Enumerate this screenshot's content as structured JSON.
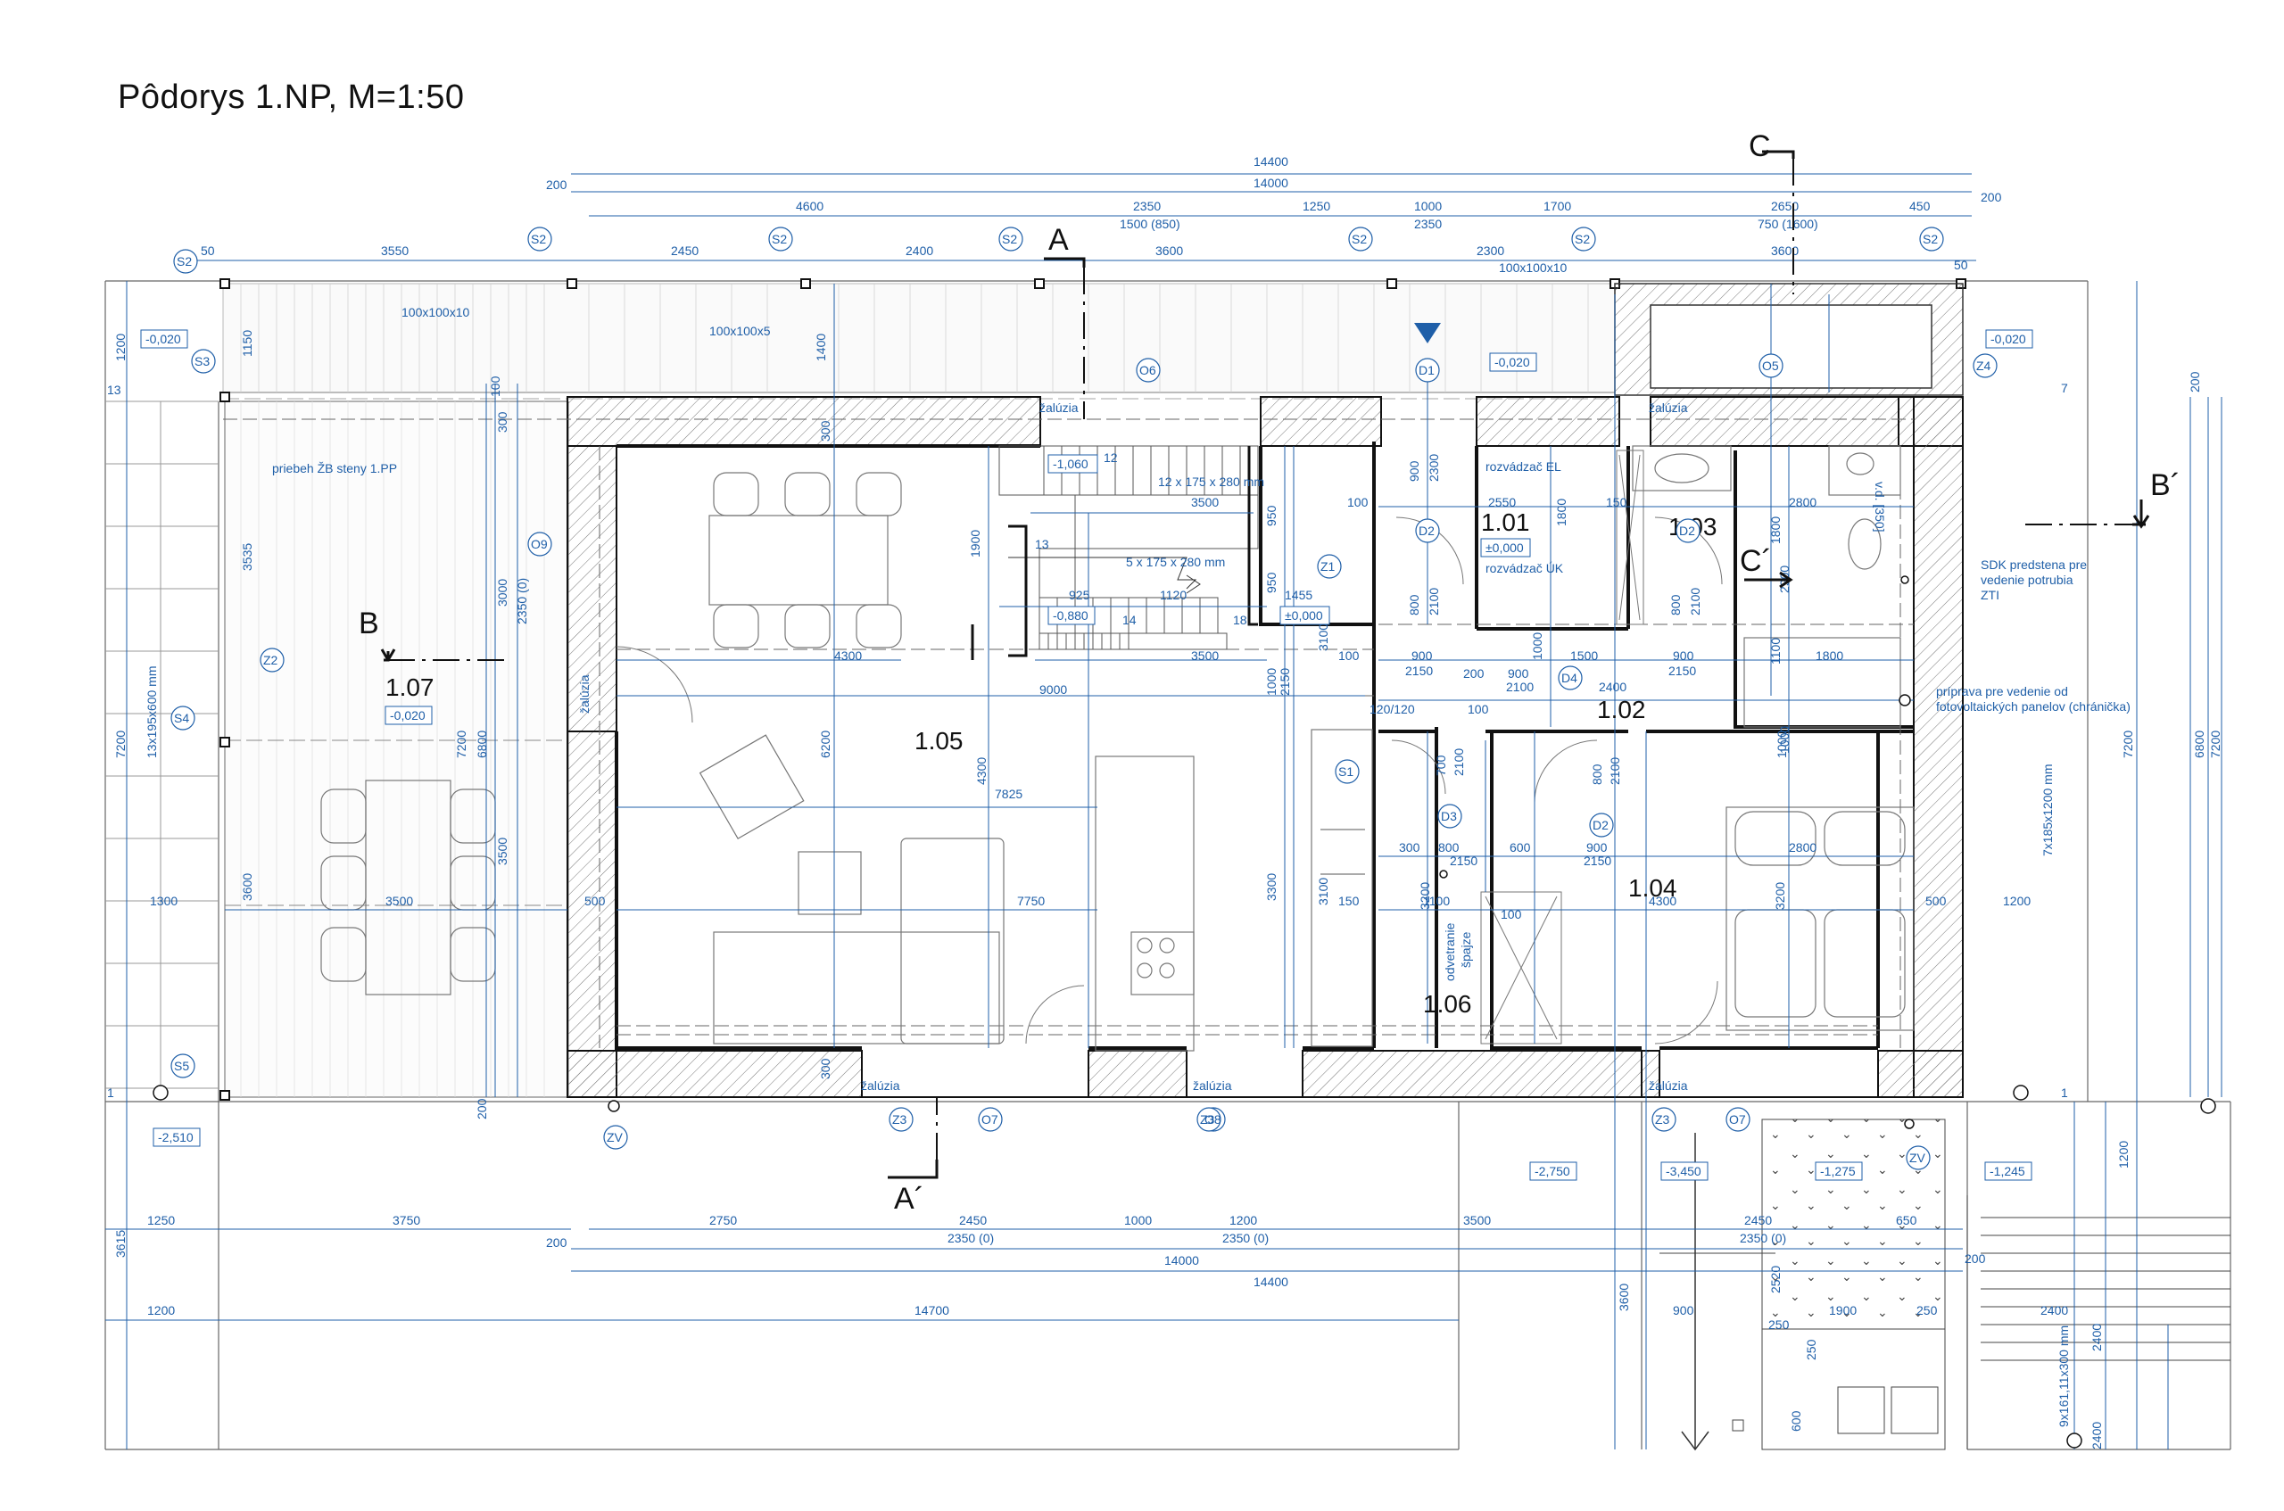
{
  "title": "Pôdorys 1.NP, M=1:50",
  "colors": {
    "dimension": "#1f5fa8",
    "wall": "#111111",
    "thin": "#888888"
  },
  "rooms": [
    {
      "id": "1.01",
      "label": "1.01"
    },
    {
      "id": "1.02",
      "label": "1.02"
    },
    {
      "id": "1.03",
      "label": "1.03"
    },
    {
      "id": "1.04",
      "label": "1.04"
    },
    {
      "id": "1.05",
      "label": "1.05"
    },
    {
      "id": "1.06",
      "label": "1.06"
    },
    {
      "id": "1.07",
      "label": "1.07"
    }
  ],
  "sections": [
    "A",
    "A´",
    "B",
    "B´",
    "C",
    "C´"
  ],
  "top_dims": {
    "total1": "14400",
    "total2": "14000",
    "d200a": "200",
    "d200b": "200",
    "seg": [
      "4600",
      "2350",
      "1250",
      "1000",
      "1700",
      "2650",
      "450"
    ],
    "seg_sub": [
      "1500 (850)",
      "2350",
      "750 (1600)"
    ],
    "axis": [
      "50",
      "3550",
      "2450",
      "2400",
      "3600",
      "2300",
      "3600",
      "50"
    ]
  },
  "bottom_dims": {
    "row1": [
      "1250",
      "3750",
      "2750",
      "2450",
      "1000",
      "1200",
      "3500",
      "2450",
      "650"
    ],
    "row1_sub": [
      "2350 (0)",
      "2350 (0)",
      "2350 (0)"
    ],
    "total14000": "14000",
    "total14400": "14400",
    "total14700": "14700",
    "left1200": "1200",
    "d200": "200",
    "d200r": "200",
    "d3600": "3600",
    "d900": "900",
    "d1900": "1900",
    "d250a": "250",
    "d250b": "250",
    "d2400": "2400",
    "d2520": "2520",
    "d250c": "250",
    "d600": "600",
    "d3615": "3615",
    "d2400v": "2400"
  },
  "left_dims": {
    "d1200": "1200",
    "d13": "13",
    "d1150": "1150",
    "d7200": "7200",
    "d3535": "3535",
    "d3600": "3600",
    "d1300": "1300",
    "d13x": "13x195x600 mm",
    "d1": "1",
    "d6800": "6800",
    "d7200b": "7200",
    "d3500": "3500",
    "d3000": "3000",
    "d2350": "2350 (0)",
    "d200": "200",
    "d300": "300",
    "d100": "100",
    "d1400": "1400"
  },
  "right_dims": {
    "d7200": "7200",
    "d6800": "6800",
    "d7200b": "7200",
    "d200": "200",
    "d1200": "1200",
    "d7": "7",
    "d1": "1",
    "d7x": "7x185x1200 mm",
    "d1200b": "1200",
    "d9x": "9x161,11x300 mm",
    "d2400": "2400"
  },
  "inner_dims": [
    "4300",
    "9000",
    "3500",
    "7825",
    "7750",
    "3500",
    "500",
    "500",
    "1900",
    "925",
    "1120",
    "1455",
    "950",
    "950",
    "3100",
    "3100",
    "3300",
    "150",
    "2150",
    "1000",
    "6200",
    "4300",
    "300",
    "300",
    "2550",
    "3500",
    "2800",
    "150",
    "100",
    "900",
    "2150",
    "900",
    "2150",
    "1500",
    "900",
    "2150",
    "100",
    "200",
    "900",
    "2100",
    "2400",
    "1800",
    "1100",
    "2900",
    "1800",
    "1000",
    "1000",
    "1800",
    "2300",
    "900",
    "800",
    "2100",
    "800",
    "2100",
    "700",
    "2100",
    "800",
    "2100",
    "800",
    "2150",
    "600",
    "900",
    "2150",
    "2800",
    "4300",
    "3200",
    "3200",
    "1100",
    "100",
    "300",
    "1000",
    "1100",
    "100",
    "1200",
    "120/120",
    "100"
  ],
  "levels": [
    "-0,020",
    "-0,020",
    "-0,020",
    "-0,020",
    "-1,060",
    "-0,880",
    "±0,000",
    "±0,000",
    "-2,510",
    "-2,750",
    "-3,450",
    "-1,275",
    "-1,245"
  ],
  "tags": [
    "S2",
    "S2",
    "S2",
    "S2",
    "S2",
    "S2",
    "S2",
    "S3",
    "S4",
    "S5",
    "Z2",
    "Z4",
    "O9",
    "O6",
    "O5",
    "O7",
    "O7",
    "O8",
    "D1",
    "D2",
    "D2",
    "D2",
    "D3",
    "D4",
    "S1",
    "Z1",
    "Z3",
    "Z3",
    "Z3",
    "ZV",
    "ZV"
  ],
  "notes": {
    "profile1": "100x100x10",
    "profile2": "100x100x5",
    "profile3": "100x100x10",
    "zb": "priebeh ŽB steny 1.PP",
    "stairs1": "12 x 175 x 280 mm",
    "stairs2": "5 x 175 x 280 mm",
    "s12": "12",
    "s13": "13",
    "s14": "14",
    "s18": "18",
    "rozv_el": "rozvádzač EL",
    "rozv_uk": "rozvádzač ÚK",
    "sdk1": "SDK predstena pre",
    "sdk2": "vedenie potrubia",
    "sdk3": "ZTI",
    "pv1": "príprava pre vedenie od",
    "pv2": "fotovoltaických panelov (chránička)",
    "zal": "žalúzia",
    "odv1": "odvetranie",
    "odv2": "špajze",
    "v30": "v.d. [350]"
  }
}
